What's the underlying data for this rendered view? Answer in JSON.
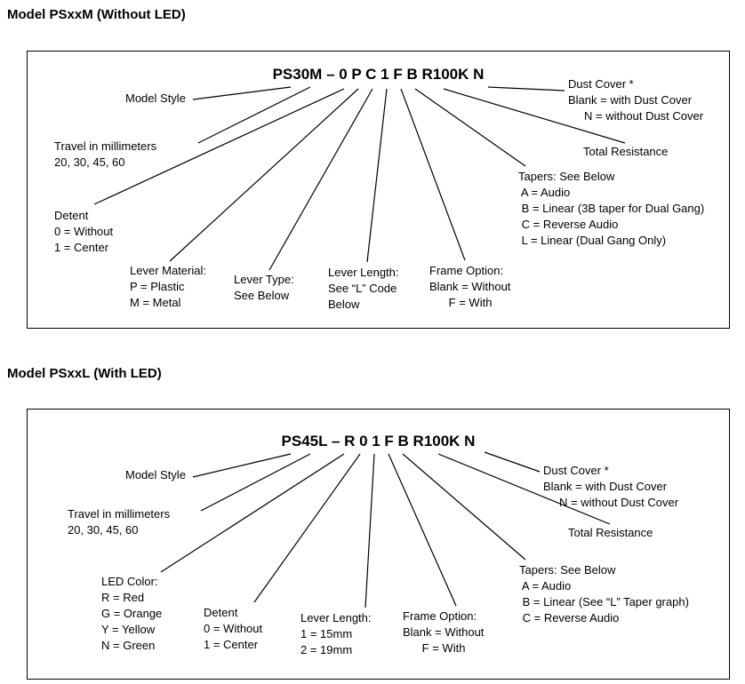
{
  "diagrams": [
    {
      "title": "Model PSxxM (Without LED)",
      "part_number": "PS30M – 0 P C 1 F B R100K N",
      "labels": {
        "model_style": "Model Style",
        "travel": "Travel in millimeters\n20, 30, 45, 60",
        "detent": "Detent\n0 = Without\n1 = Center",
        "lever_material": "Lever Material:\nP = Plastic\nM = Metal",
        "lever_type": "Lever Type:\nSee Below",
        "lever_length": "Lever Length:\nSee “L” Code\nBelow",
        "frame_option": "Frame Option:\nBlank = Without\n      F = With",
        "tapers": "Tapers: See Below\n A = Audio\n B = Linear (3B taper for Dual Gang)\n C = Reverse Audio\n L = Linear (Dual Gang Only)",
        "total_resistance": "Total Resistance",
        "dust_cover": "Dust Cover *\nBlank = with Dust Cover\n     N = without Dust Cover"
      }
    },
    {
      "title": "Model PSxxL (With LED)",
      "part_number": "PS45L – R 0 1 F B R100K N",
      "labels": {
        "model_style": "Model Style",
        "travel": "Travel in millimeters\n20, 30, 45, 60",
        "led_color": "LED Color:\nR = Red\nG = Orange\nY = Yellow\nN = Green",
        "detent": "Detent\n0 = Without\n1 = Center",
        "lever_length": "Lever Length:\n1 = 15mm\n2 = 19mm",
        "frame_option": "Frame Option:\nBlank = Without\n      F = With",
        "tapers": "Tapers: See Below\n A = Audio\n B = Linear (See “L” Taper graph)\n C = Reverse Audio",
        "total_resistance": "Total Resistance",
        "dust_cover": "Dust Cover *\nBlank = with Dust Cover\n     N = without Dust Cover"
      }
    }
  ]
}
